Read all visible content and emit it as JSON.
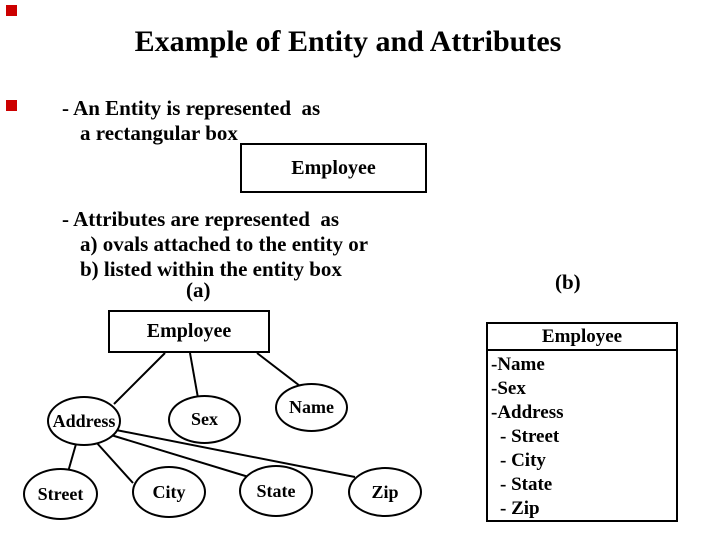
{
  "slide": {
    "background_color": "#ffffff",
    "text_color": "#000000",
    "marker_color": "#cc0000",
    "title": "Example of Entity and Attributes"
  },
  "bullets": {
    "entity": {
      "line1": "- An Entity is represented  as",
      "line2": "a rectangular box"
    },
    "attributes": {
      "line1": "- Attributes are represented  as",
      "line2": "a) ovals attached to the entity or",
      "line3": "b) listed within the entity box"
    }
  },
  "labels": {
    "a": "(a)",
    "b": "(b)"
  },
  "entity_example_box": {
    "label": "Employee"
  },
  "diagram_a": {
    "entity_label": "Employee",
    "ovals": [
      {
        "label": "Address"
      },
      {
        "label": "Sex"
      },
      {
        "label": "Name"
      },
      {
        "label": "Street"
      },
      {
        "label": "City"
      },
      {
        "label": "State"
      },
      {
        "label": "Zip"
      }
    ]
  },
  "panel_b": {
    "header": "Employee",
    "rows": [
      {
        "text": "-Name"
      },
      {
        "text": "-Sex"
      },
      {
        "text": "-Address"
      },
      {
        "text": "- Street"
      },
      {
        "text": "- City"
      },
      {
        "text": "- State"
      },
      {
        "text": "- Zip"
      }
    ]
  }
}
